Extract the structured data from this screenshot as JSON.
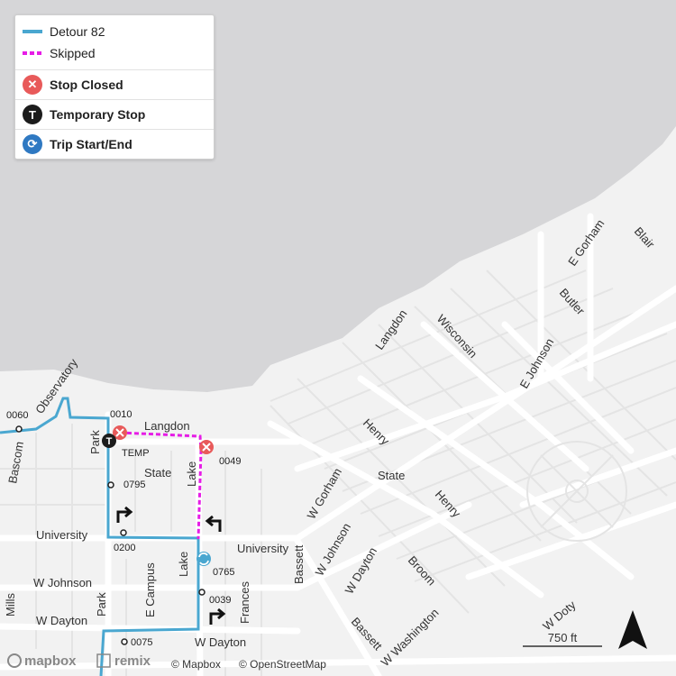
{
  "legend": {
    "detour": "Detour 82",
    "skipped": "Skipped",
    "stop_closed": "Stop Closed",
    "temporary_stop": "Temporary Stop",
    "trip_start_end": "Trip Start/End",
    "temp_glyph": "T"
  },
  "colors": {
    "detour": "#4aa7d0",
    "skipped": "#e61ce6",
    "closed": "#e85a5a",
    "temporary": "#1c1c1c",
    "trip": "#2f79c2",
    "water": "#d6d6d8",
    "land": "#f2f2f2",
    "road": "#ffffff"
  },
  "streets": {
    "observatory": "Observatory",
    "bascom": "Bascom",
    "park_north": "Park",
    "langdon_west": "Langdon",
    "state_west": "State",
    "lake_north": "Lake",
    "university_west": "University",
    "lake_south": "Lake",
    "university_east": "University",
    "e_campus": "E Campus",
    "w_johnson_west": "W Johnson",
    "mills": "Mills",
    "park_south": "Park",
    "w_dayton_west": "W Dayton",
    "frances": "Frances",
    "w_dayton_south": "W Dayton",
    "bassett_north": "Bassett",
    "w_gorham": "W Gorham",
    "henry_north": "Henry",
    "state_east": "State",
    "langdon_east": "Langdon",
    "wisconsin": "Wisconsin",
    "e_gorham": "E Gorham",
    "blair": "Blair",
    "butler": "Butler",
    "e_johnson": "E Johnson",
    "henry_south": "Henry",
    "w_johnson_east": "W Johnson",
    "w_dayton_east": "W Dayton",
    "broom": "Broom",
    "bassett_south": "Bassett",
    "w_washington": "W Washington",
    "w_doty": "W Doty"
  },
  "stops": {
    "s0060": "0060",
    "s0010": "0010",
    "temp": "TEMP",
    "s0049": "0049",
    "s0795": "0795",
    "s0200": "0200",
    "s0765": "0765",
    "s0039": "0039",
    "s0075": "0075"
  },
  "scale": "750 ft",
  "attribution": {
    "mapbox": "© Mapbox",
    "osm": "© OpenStreetMap",
    "mapbox_logo": "mapbox",
    "remix_logo": "remix"
  }
}
